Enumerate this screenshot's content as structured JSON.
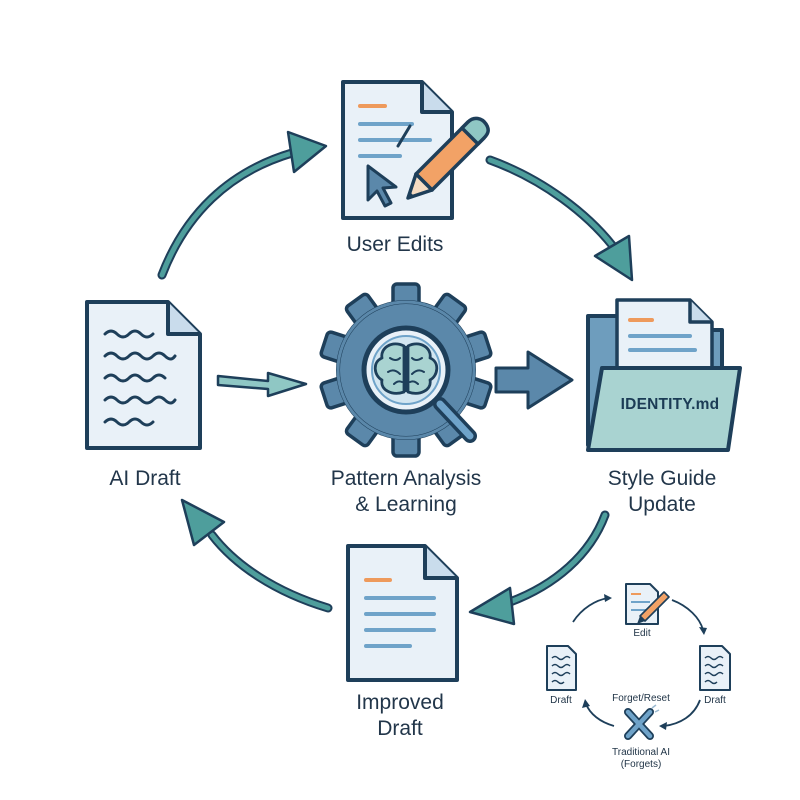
{
  "diagram": {
    "nodes": {
      "user_edits": "User Edits",
      "ai_draft": "AI Draft",
      "pattern_line1": "Pattern Analysis",
      "pattern_line2": "& Learning",
      "style_line1": "Style Guide",
      "style_line2": "Update",
      "improved_line1": "Improved",
      "improved_line2": "Draft"
    },
    "folder_label": "IDENTITY.md",
    "inset": {
      "edit": "Edit",
      "draft_left": "Draft",
      "draft_right": "Draft",
      "forget": "Forget/Reset",
      "caption_line1": "Traditional AI",
      "caption_line2": "(Forgets)"
    },
    "colors": {
      "outline": "#1e3f5a",
      "arrow_teal": "#4e9e9c",
      "arrow_fill": "#8fc7c4",
      "gear_fill": "#5b88aa",
      "doc_fill": "#e9f1f8",
      "line_blue": "#6fa3c9",
      "line_orange": "#ee9a5c",
      "folder_fill": "#6e9dbd",
      "folder_front": "#a9d3d1"
    }
  }
}
